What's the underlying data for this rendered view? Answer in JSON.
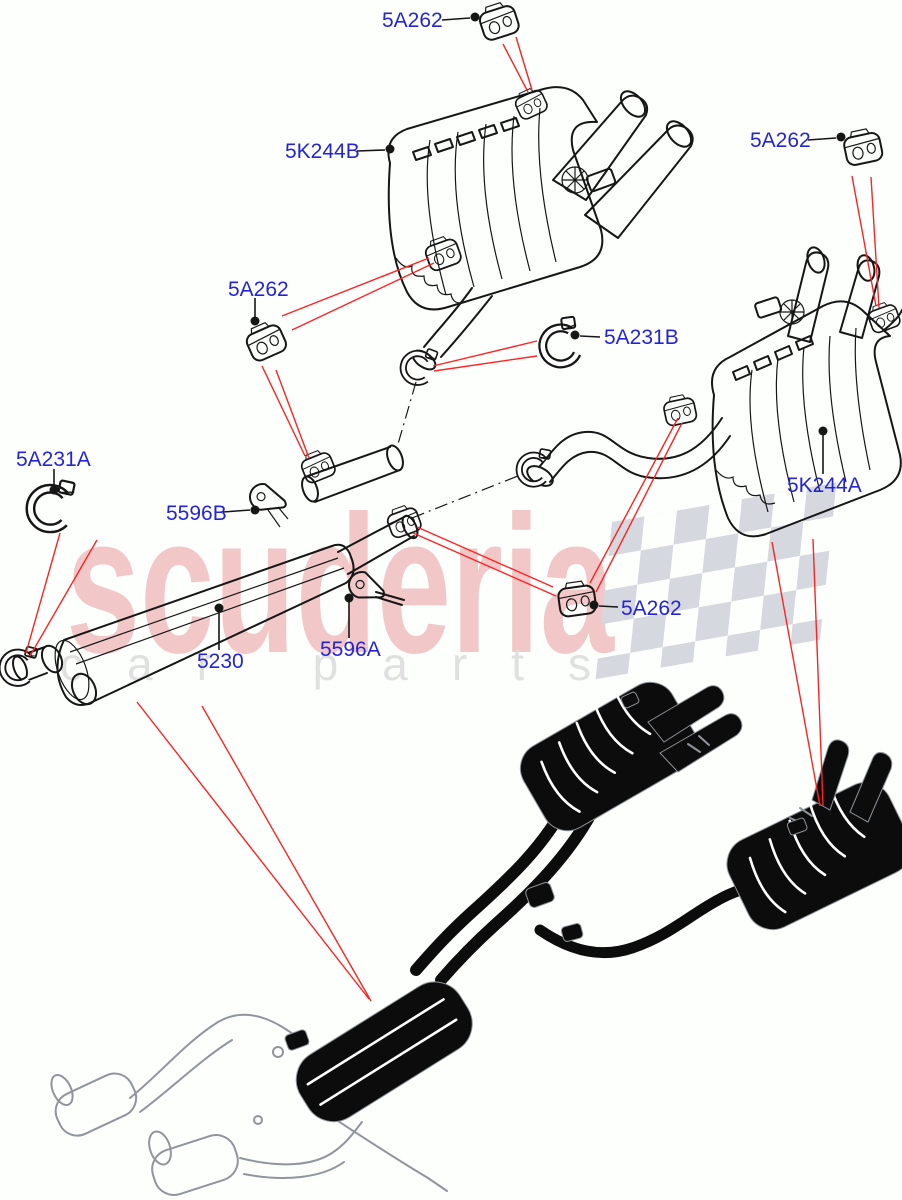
{
  "diagram": {
    "labels": [
      {
        "id": "label-5a262-top",
        "text": "5A262"
      },
      {
        "id": "label-5k244b",
        "text": "5K244B"
      },
      {
        "id": "label-5a262-right",
        "text": "5A262"
      },
      {
        "id": "label-5a262-midleft",
        "text": "5A262"
      },
      {
        "id": "label-5a231b",
        "text": "5A231B"
      },
      {
        "id": "label-5a231a",
        "text": "5A231A"
      },
      {
        "id": "label-5596b",
        "text": "5596B"
      },
      {
        "id": "label-5230",
        "text": "5230"
      },
      {
        "id": "label-5596a",
        "text": "5596A"
      },
      {
        "id": "label-5a262-center",
        "text": "5A262"
      },
      {
        "id": "label-5k244a",
        "text": "5K244A"
      }
    ],
    "watermark": {
      "line1": "scuderia",
      "line2": "car parts"
    },
    "colors": {
      "label_blue": "#2424d6",
      "leader_red": "#ff2222",
      "line_black": "#161616",
      "silhouette": "#0c0c0c",
      "outline_gray": "#8f959b",
      "wm_pink": "#f2c7c7",
      "wm_gray": "#e0e0e0",
      "flag_gray": "#d6d8df"
    }
  }
}
